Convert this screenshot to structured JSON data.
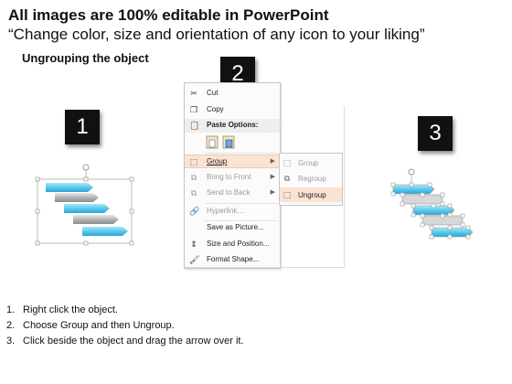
{
  "header": {
    "title": "All images are 100% editable in PowerPoint",
    "subtitle": "“Change color, size and orientation of any icon to your liking”",
    "section": "Ungrouping the object"
  },
  "badges": [
    "1",
    "2",
    "3"
  ],
  "context_menu": {
    "items": [
      {
        "label": "Cut",
        "icon": "scissors-icon"
      },
      {
        "label": "Copy",
        "icon": "copy-icon"
      },
      {
        "label": "Paste Options:",
        "icon": "paste-icon"
      },
      {
        "label": "Group",
        "icon": "group-icon"
      },
      {
        "label": "Bring to Front",
        "icon": "bring-to-front-icon"
      },
      {
        "label": "Send to Back",
        "icon": "send-to-back-icon"
      },
      {
        "label": "Hyperlink...",
        "icon": "hyperlink-icon"
      },
      {
        "label": "Save as Picture...",
        "icon": "save-picture-icon"
      },
      {
        "label": "Size and Position...",
        "icon": "size-position-icon"
      },
      {
        "label": "Format Shape...",
        "icon": "format-shape-icon"
      }
    ],
    "highlight": "#fbe3d4"
  },
  "group_submenu": {
    "items": [
      {
        "label": "Group",
        "icon": "group-icon"
      },
      {
        "label": "Regroup",
        "icon": "regroup-icon"
      },
      {
        "label": "Ungroup",
        "icon": "ungroup-icon"
      }
    ]
  },
  "steps": [
    {
      "num": "1.",
      "text": "Right click the object."
    },
    {
      "num": "2.",
      "text": "Choose Group and then Ungroup."
    },
    {
      "num": "3.",
      "text": "Click beside the object and drag the arrow over it."
    }
  ],
  "colors": {
    "arrow_blue": "#5bc8ec",
    "arrow_gray": "#9e9e9e",
    "badge": "#111111"
  }
}
